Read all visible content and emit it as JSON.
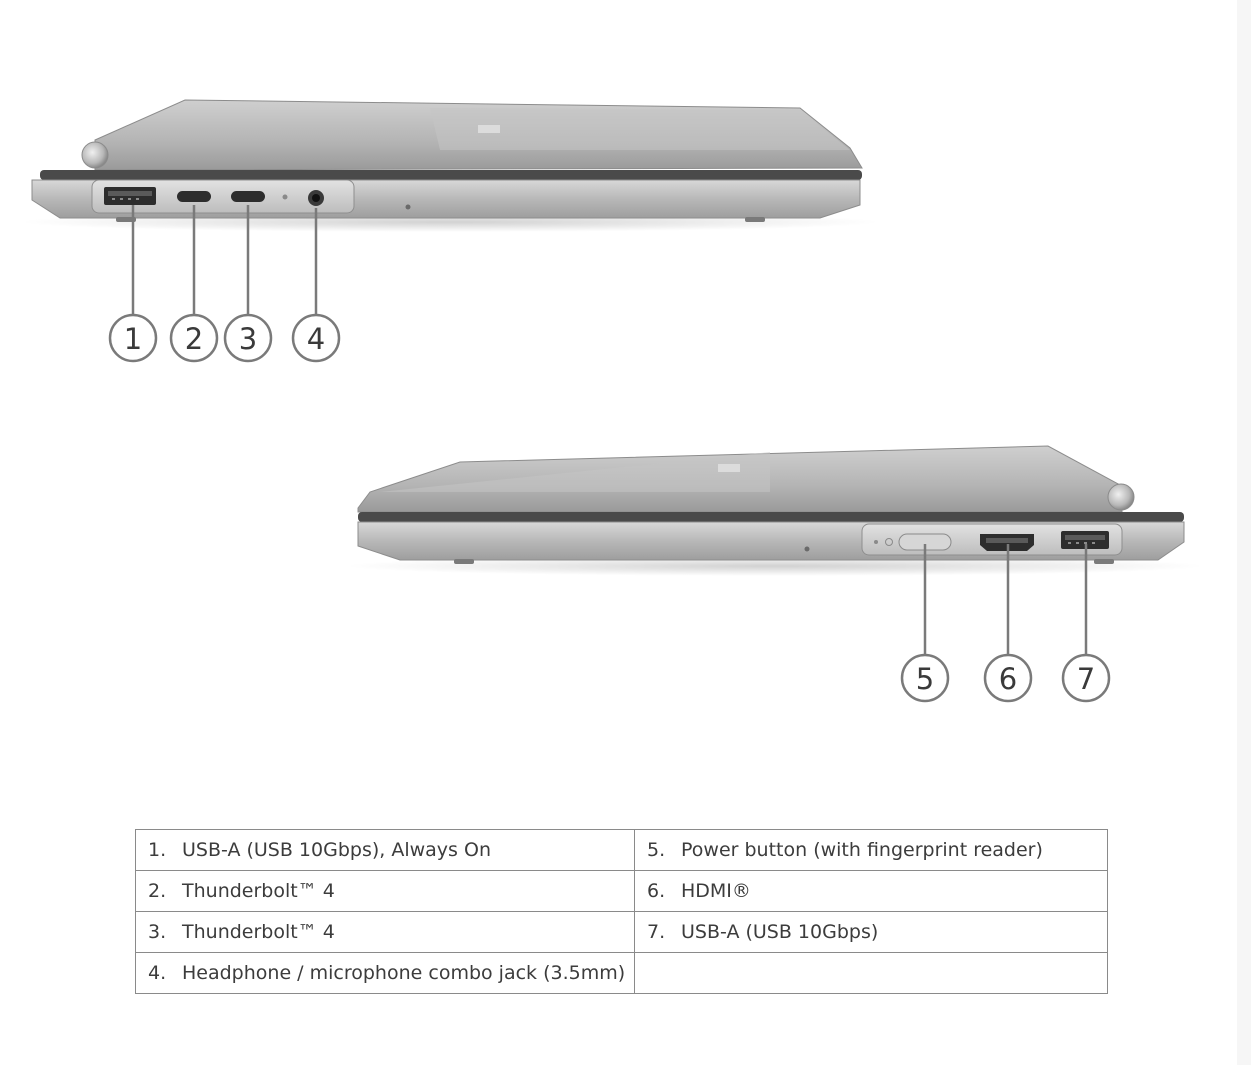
{
  "callouts": {
    "left_side": [
      "1",
      "2",
      "3",
      "4"
    ],
    "right_side": [
      "5",
      "6",
      "7"
    ]
  },
  "ports_table": {
    "rows": [
      {
        "left": {
          "num": "1.",
          "text": "USB-A (USB 10Gbps), Always On"
        },
        "right": {
          "num": "5.",
          "text": "Power button (with fingerprint reader)"
        }
      },
      {
        "left": {
          "num": "2.",
          "text": "Thunderbolt™ 4"
        },
        "right": {
          "num": "6.",
          "text": "HDMI®"
        }
      },
      {
        "left": {
          "num": "3.",
          "text": "Thunderbolt™ 4"
        },
        "right": {
          "num": "7.",
          "text": "USB-A (USB 10Gbps)"
        }
      },
      {
        "left": {
          "num": "4.",
          "text": "Headphone / microphone combo jack (3.5mm)"
        },
        "right": {
          "num": "",
          "text": ""
        }
      }
    ]
  },
  "colors": {
    "chassis_light": "#c9c9c9",
    "chassis_mid": "#a8a8a8",
    "chassis_dark": "#6e6e6e",
    "callout_stroke": "#7a7a7a",
    "table_border": "#8a8a8a"
  }
}
